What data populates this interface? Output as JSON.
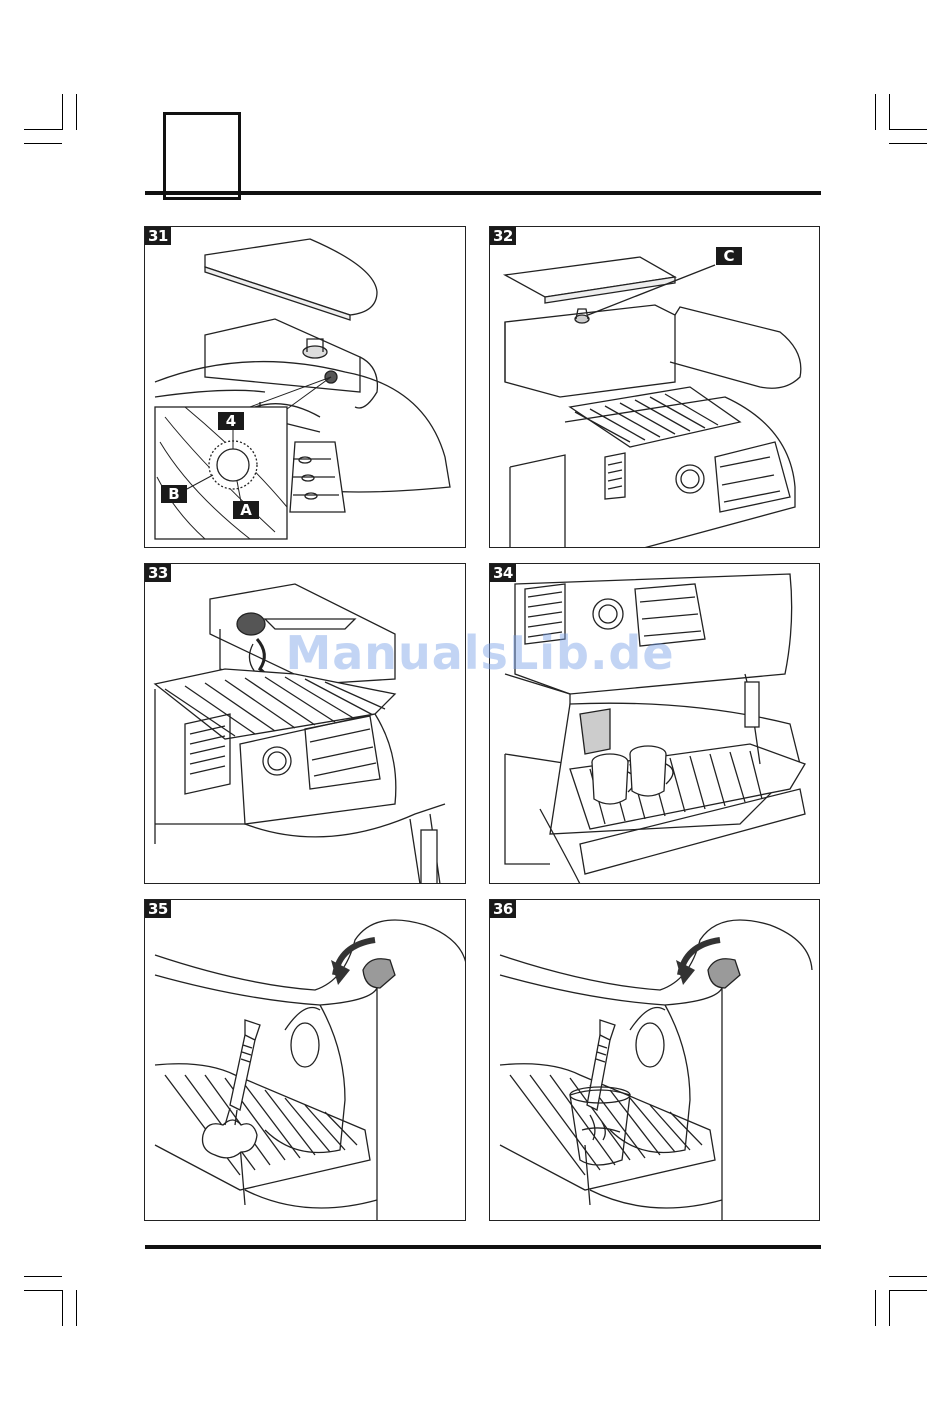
{
  "figures": [
    {
      "number": "31",
      "callouts": [
        "4",
        "B",
        "A"
      ]
    },
    {
      "number": "32",
      "callouts": [
        "C"
      ]
    },
    {
      "number": "33",
      "callouts": []
    },
    {
      "number": "34",
      "callouts": []
    },
    {
      "number": "35",
      "callouts": []
    },
    {
      "number": "36",
      "callouts": []
    }
  ],
  "watermark": "ManualsLib.de",
  "colors": {
    "ink": "#1a1a1a",
    "watermark": "#78a0e6",
    "panel_fill": "#ffffff",
    "arrow_gray": "#9a9a9a"
  }
}
